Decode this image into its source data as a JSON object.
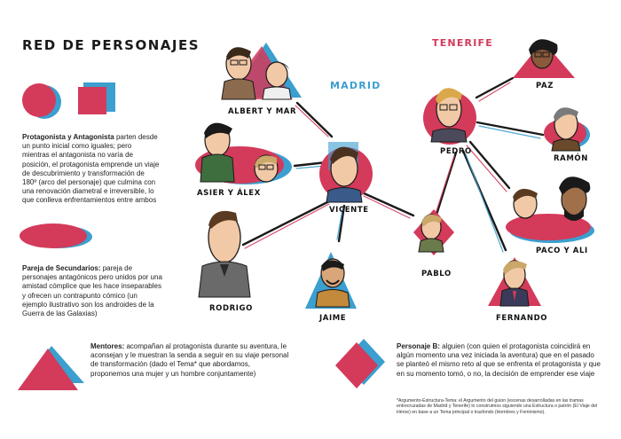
{
  "title": "RED DE PERSONAJES",
  "cities": {
    "madrid": "MADRID",
    "tenerife": "TENERIFE"
  },
  "characters": {
    "albert_mar": "ALBERT Y MAR",
    "asier_alex": "ASIER Y ÁLEX",
    "rodrigo": "RODRIGO",
    "vicente": "VICENTE",
    "jaime": "JAIME",
    "pedro": "PEDRO",
    "paz": "PAZ",
    "ramon": "RAMÓN",
    "paco_ali": "PACO Y ALI",
    "pablo": "PABLO",
    "fernando": "FERNANDO"
  },
  "legend": {
    "protagonist": {
      "title": "Protagonista y Antagonista",
      "text": " parten desde un punto inicial como iguales; pero mientras el antagonista no varía de posición, el protagonista emprende un viaje de descubrimiento y transformación de 180º (arco del personaje) que culmina con una renovación diametral e irreversible, lo que conlleva enfrentamientos entre ambos"
    },
    "secondary": {
      "title": "Pareja de Secundarios:",
      "text": " pareja de personajes antagónicos pero unidos por una amistad cómplice que les hace inseparables y ofrecen un contrapunto cómico (un ejemplo ilustrativo son los androides de la Guerra de las Galaxias)"
    },
    "mentors": {
      "title": "Mentores:",
      "text": " acompañan al protagonista durante su aventura, le aconsejan y le muestran la senda a seguir en su viaje personal de transformación (dado el Tema* que abordamos, proponemos una mujer y un hombre conjuntamente)"
    },
    "character_b": {
      "title": "Personaje B:",
      "text": " alguien (con quien el protagonista coincidirá en algún momento una vez iniciada la aventura) que en el pasado se planteó el mismo reto al que se enfrenta el protagonista y que en su momento tomó, o no, la decisión de emprender ese viaje"
    }
  },
  "footnote": "*Argumento-Estructura-Tema: el Argumento del guion (escenas desarrolladas en las tramas entrecruzadas de Madrid y Tenerife) lo construimos siguiendo una Estructura o patrón (El Viaje del Héroe) en base a un Tema principal o trasfondo (Hombres y Feminismo).",
  "colors": {
    "red": "#d43a5a",
    "blue": "#3b9fcf",
    "dark": "#1a1a1a",
    "skin": "#f2c9a6"
  }
}
